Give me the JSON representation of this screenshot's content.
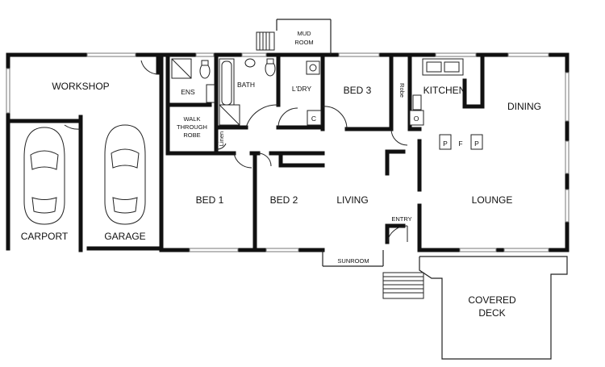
{
  "plan": {
    "rooms": {
      "workshop": "WORKSHOP",
      "carport": "CARPORT",
      "garage": "GARAGE",
      "ens": "ENS",
      "walk_through_robe": [
        "WALK",
        "THROUGH",
        "ROBE"
      ],
      "linen": "Linen",
      "bath": "BATH",
      "mud_room": [
        "MUD",
        "ROOM"
      ],
      "laundry": "L'DRY",
      "bed3": "BED 3",
      "robe": "Robe",
      "kitchen": "KITCHEN",
      "dining": "DINING",
      "bed1": "BED 1",
      "bed2": "BED 2",
      "living": "LIVING",
      "lounge": "LOUNGE",
      "entry": "ENTRY",
      "sunroom": "SUNROOM",
      "covered_deck": [
        "COVERED",
        "DECK"
      ]
    },
    "symbols": {
      "pantry_left": "P",
      "fridge": "F",
      "pantry_right": "P",
      "cupboard_laundry": "C",
      "oven": "O"
    }
  }
}
